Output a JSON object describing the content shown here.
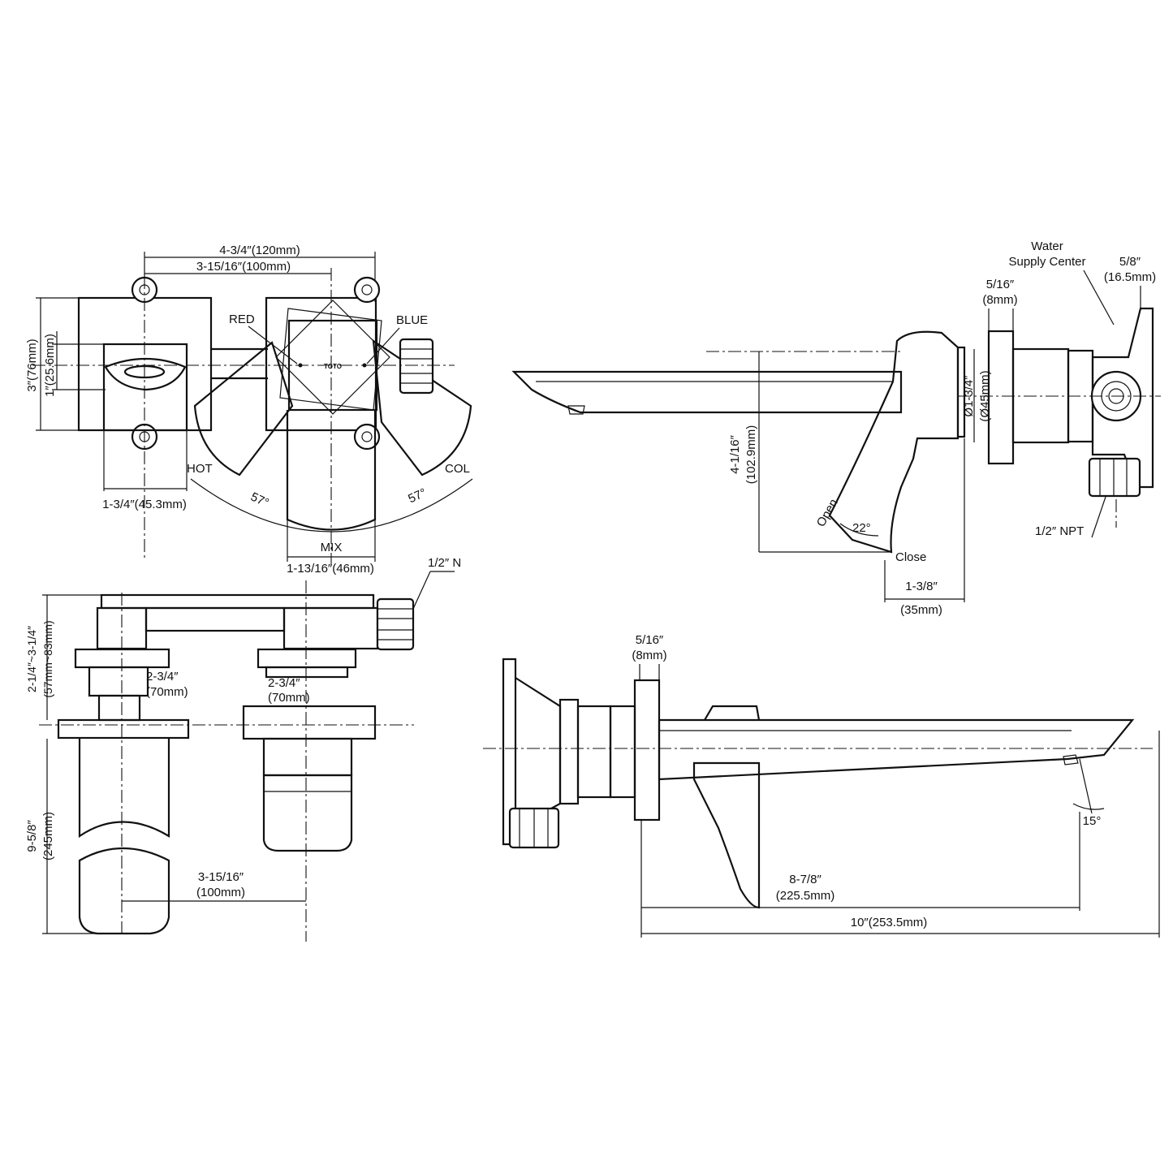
{
  "dimensions": {
    "top_width_outer": "4-3/4″(120mm)",
    "top_width_inner": "3-15/16″(100mm)",
    "red": "RED",
    "blue": "BLUE",
    "height_plate": "3″(76mm)",
    "height_handle": "1″(25.6mm)",
    "hot": "HOT",
    "cold": "COL",
    "angle_left": "57°",
    "angle_right": "57°",
    "handle_offset": "1-3/4″(45.3mm)",
    "mix": "MIX",
    "handle_width": "1-13/16″(46mm)",
    "npt_front": "1/2″ N",
    "wall_depth": "2-1/4″~3-1/4″",
    "wall_depth_mm": "(57mm~83mm)",
    "body_depth_left": "2-3/4″",
    "body_depth_left_mm": "(70mm)",
    "body_depth_right": "2-3/4″",
    "body_depth_right_mm": "(70mm)",
    "total_height": "9-5/8″",
    "total_height_mm": "(245mm)",
    "bottom_spacing": "3-15/16″",
    "bottom_spacing_mm": "(100mm)",
    "water_supply_1": "Water",
    "water_supply_2": "Supply Center",
    "supply_offset": "5/8″",
    "supply_offset_mm": "(16.5mm)",
    "plate_thick_top": "5/16″",
    "plate_thick_top_mm": "(8mm)",
    "flange_dia": "Ø1-3/4″",
    "flange_dia_mm": "(Ø45mm)",
    "lever_height": "4-1/16″",
    "lever_height_mm": "(102.9mm)",
    "open": "Open",
    "lever_angle": "22°",
    "close": "Close",
    "npt_side": "1/2″ NPT",
    "lever_depth": "1-3/8″",
    "lever_depth_mm": "(35mm)",
    "plate_thick_bottom": "5/16″",
    "plate_thick_bottom_mm": "(8mm)",
    "spout_angle": "15°",
    "spout_reach": "8-7/8″",
    "spout_reach_mm": "(225.5mm)",
    "total_reach": "10″(253.5mm)",
    "brand_mark": "TOTO"
  }
}
